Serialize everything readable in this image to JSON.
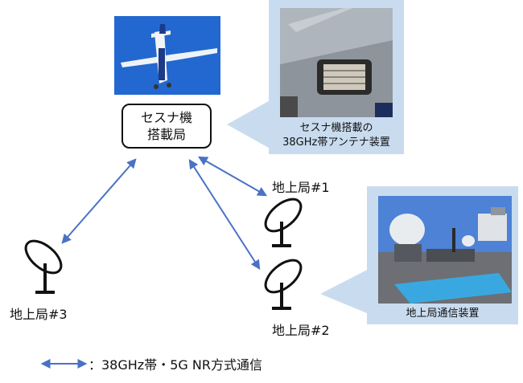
{
  "aircraft": {
    "station_line1": "セスナ機",
    "station_line2": "搭載局"
  },
  "callouts": {
    "antenna_caption_line1": "セスナ機搭載の",
    "antenna_caption_line2": "38GHz帯アンテナ装置",
    "ground_caption": "地上局通信装置"
  },
  "stations": {
    "gs1": "地上局#1",
    "gs2": "地上局#2",
    "gs3": "地上局#3"
  },
  "legend": {
    "text": "：38GHz帯・5G NR方式通信"
  },
  "colors": {
    "link": "#4a72c4",
    "callout_bg": "#c9dcef",
    "sky": "#1e63c9"
  }
}
